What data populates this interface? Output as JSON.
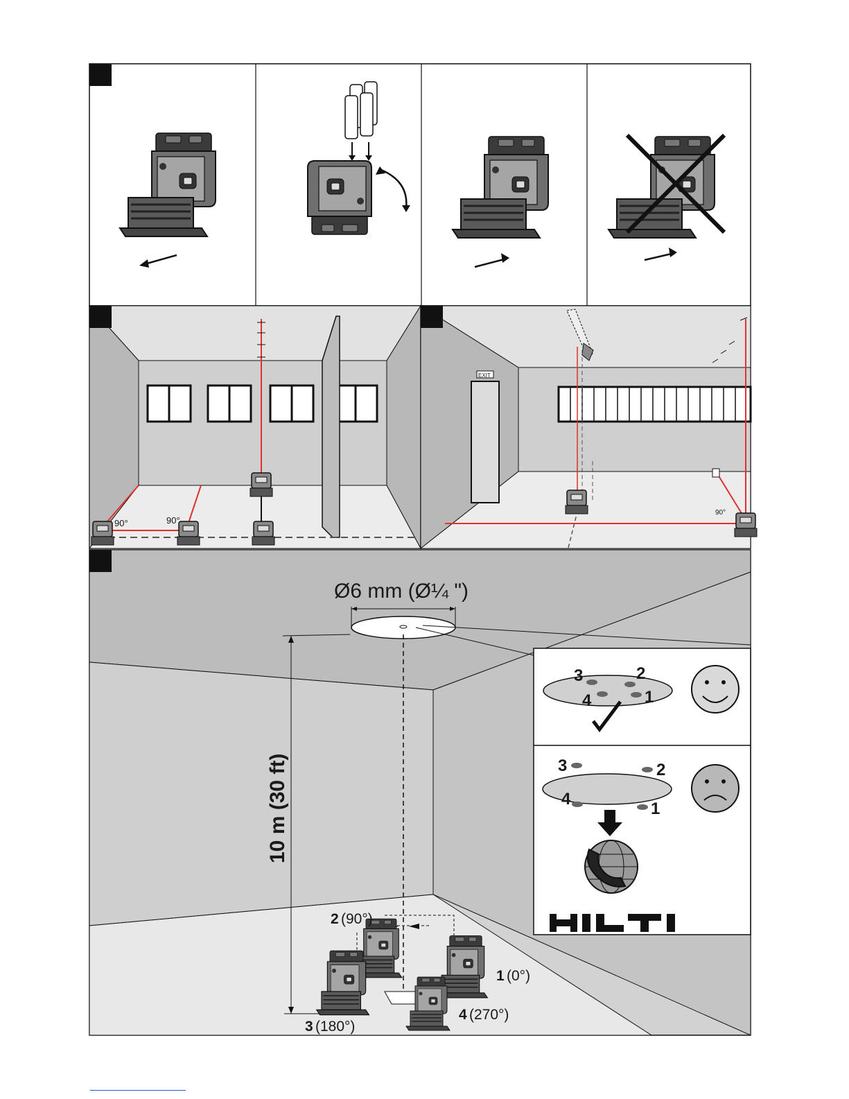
{
  "manual": {
    "brand": "HILTI",
    "figure3": {
      "diameter_label": "Ø6 mm (Ø¼ \")",
      "height_label": "10 m (30 ft)",
      "positions": [
        {
          "num": "1",
          "angle": "(0°)"
        },
        {
          "num": "2",
          "angle": "(90°)"
        },
        {
          "num": "3",
          "angle": "(180°)"
        },
        {
          "num": "4",
          "angle": "(270°)"
        }
      ],
      "ok_points": [
        "3",
        "2",
        "4",
        "1"
      ],
      "bad_points": [
        "3",
        "2",
        "4",
        "1"
      ]
    },
    "figure2": {
      "angle_left": "90°",
      "angle_mid": "90°",
      "angle_right": "90°",
      "exit_sign": "EXIT"
    }
  },
  "colors": {
    "laser": "#e0322a",
    "wall": "#c9c9c9",
    "wall_dark": "#a9a9a9",
    "floor": "#e4e4e4",
    "ink": "#1a1a1a"
  }
}
